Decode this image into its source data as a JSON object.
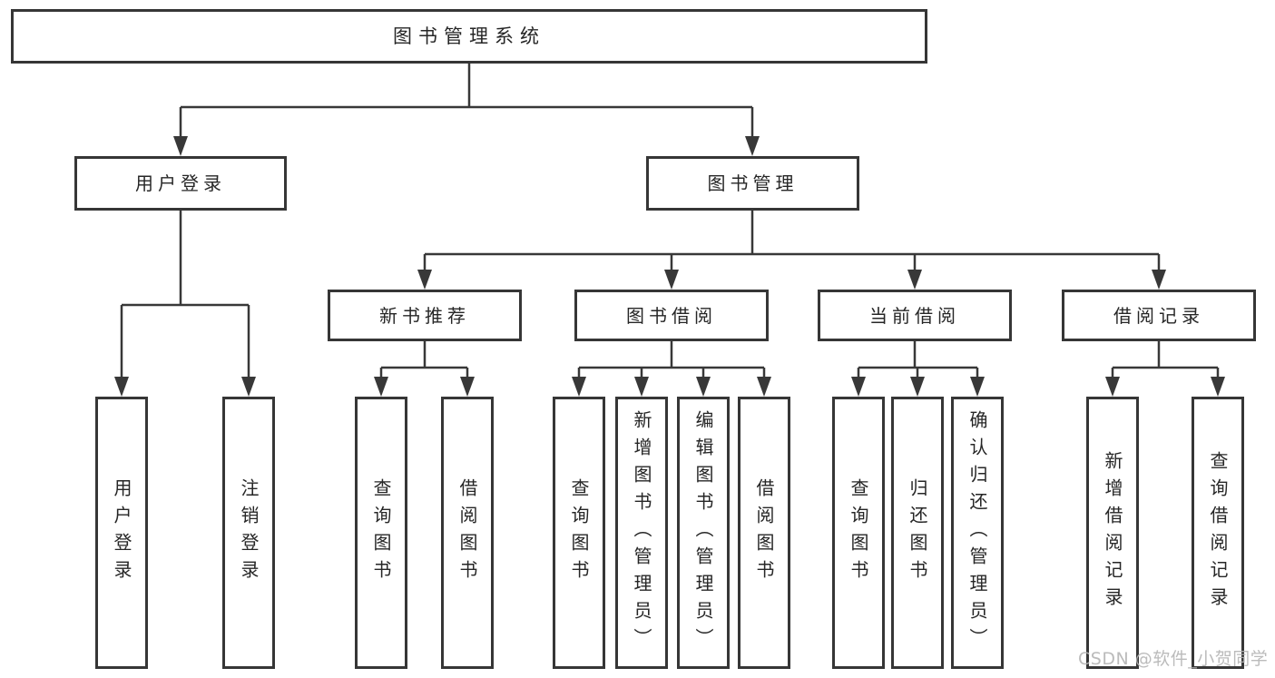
{
  "diagram_title": "图书管理系统",
  "tree": {
    "root": {
      "label": "图书管理系统",
      "children": [
        {
          "label": "用户登录",
          "children": [
            {
              "label": "用户登录"
            },
            {
              "label": "注销登录"
            }
          ]
        },
        {
          "label": "图书管理",
          "children": [
            {
              "label": "新书推荐",
              "children": [
                {
                  "label": "查询图书"
                },
                {
                  "label": "借阅图书"
                }
              ]
            },
            {
              "label": "图书借阅",
              "children": [
                {
                  "label": "查询图书"
                },
                {
                  "label": "新增图书（管理员）"
                },
                {
                  "label": "编辑图书（管理员）"
                },
                {
                  "label": "借阅图书"
                }
              ]
            },
            {
              "label": "当前借阅",
              "children": [
                {
                  "label": "查询图书"
                },
                {
                  "label": "归还图书"
                },
                {
                  "label": "确认归还（管理员）"
                }
              ]
            },
            {
              "label": "借阅记录",
              "children": [
                {
                  "label": "新增借阅记录"
                },
                {
                  "label": "查询借阅记录"
                }
              ]
            }
          ]
        }
      ]
    }
  },
  "watermark": {
    "text": "CSDN @软件_小贺同学"
  },
  "colors": {
    "line": "#383838",
    "border": "#363636",
    "text": "#262626",
    "background": "#ffffff",
    "watermark": "#b4b4b4"
  }
}
